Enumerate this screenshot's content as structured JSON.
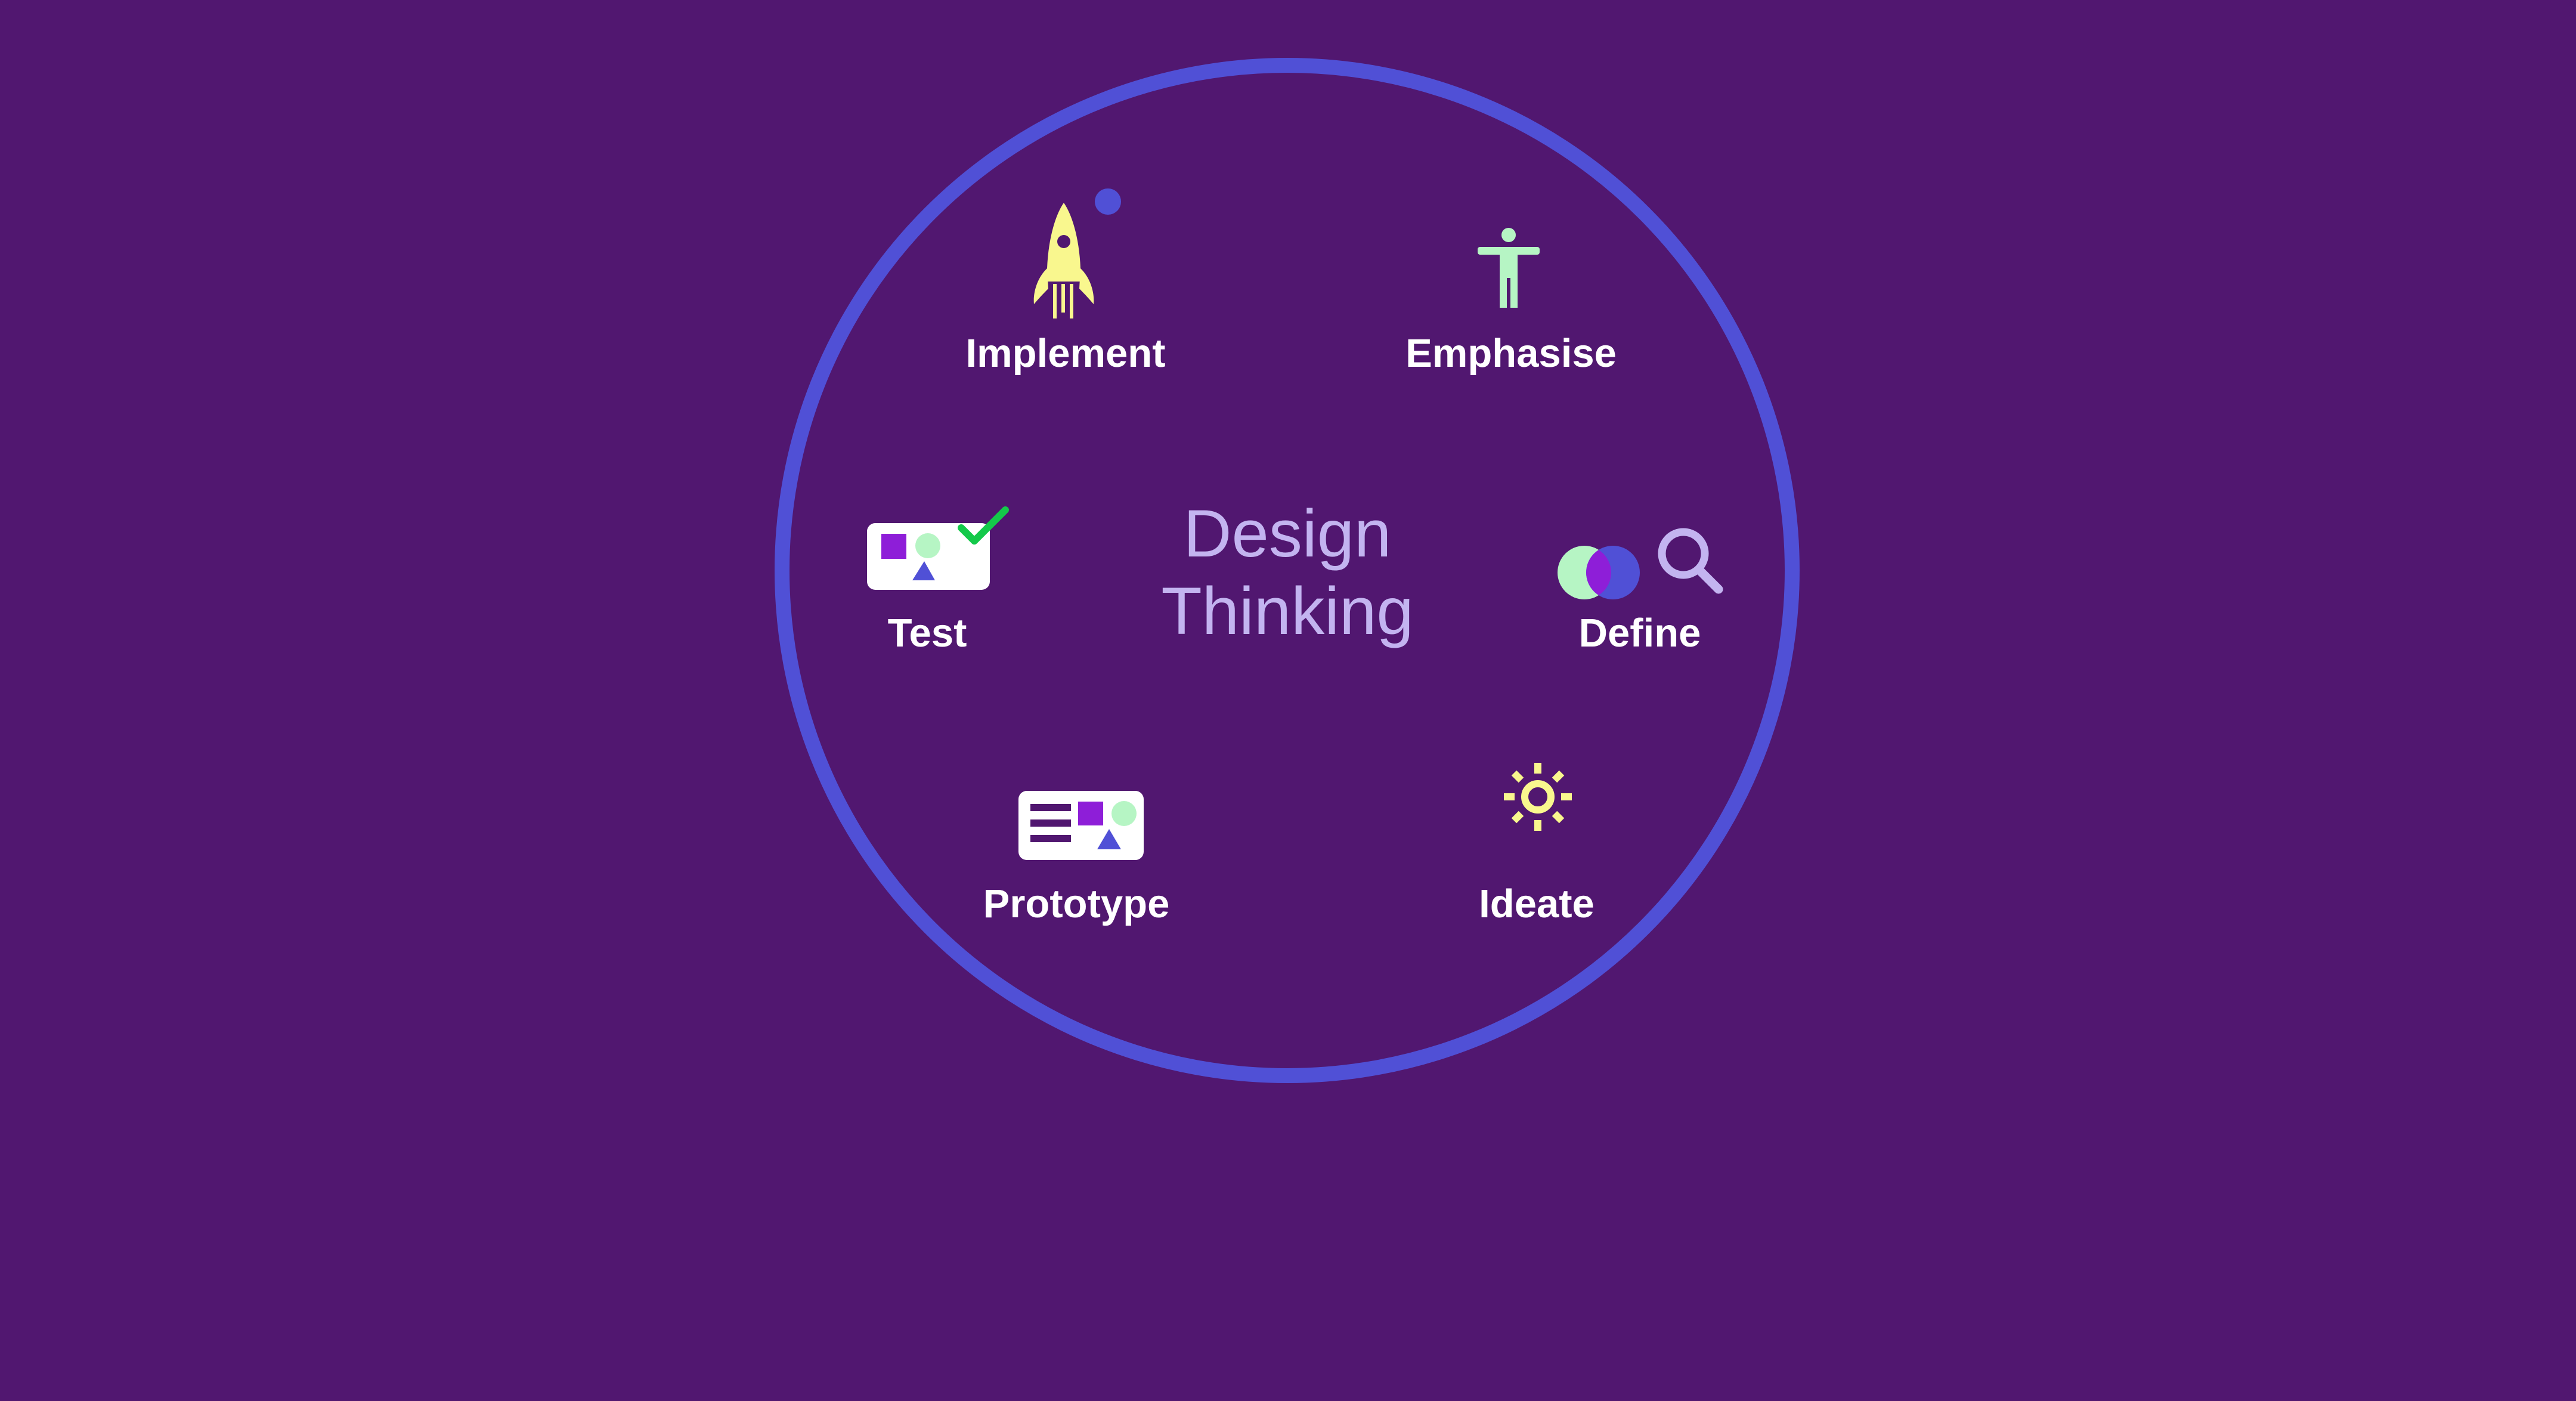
{
  "diagram": {
    "center_title": {
      "line1": "Design",
      "line2": "Thinking"
    },
    "stages": {
      "implement": {
        "label": "Implement",
        "icon": "rocket-icon"
      },
      "emphasise": {
        "label": "Emphasise",
        "icon": "person-icon"
      },
      "test": {
        "label": "Test",
        "icon": "test-card-icon"
      },
      "define": {
        "label": "Define",
        "icon": "venn-magnifier-icon"
      },
      "prototype": {
        "label": "Prototype",
        "icon": "prototype-card-icon"
      },
      "ideate": {
        "label": "Ideate",
        "icon": "sun-icon"
      }
    }
  },
  "colors": {
    "background": "#511770",
    "ring": "#5050d6",
    "label": "#ffffff",
    "center_title": "#c3b4f0",
    "rocket_yellow": "#f9f78e",
    "mint": "#b6f5c4",
    "purple_accent": "#8e1ed8",
    "check_green": "#14c94a"
  }
}
